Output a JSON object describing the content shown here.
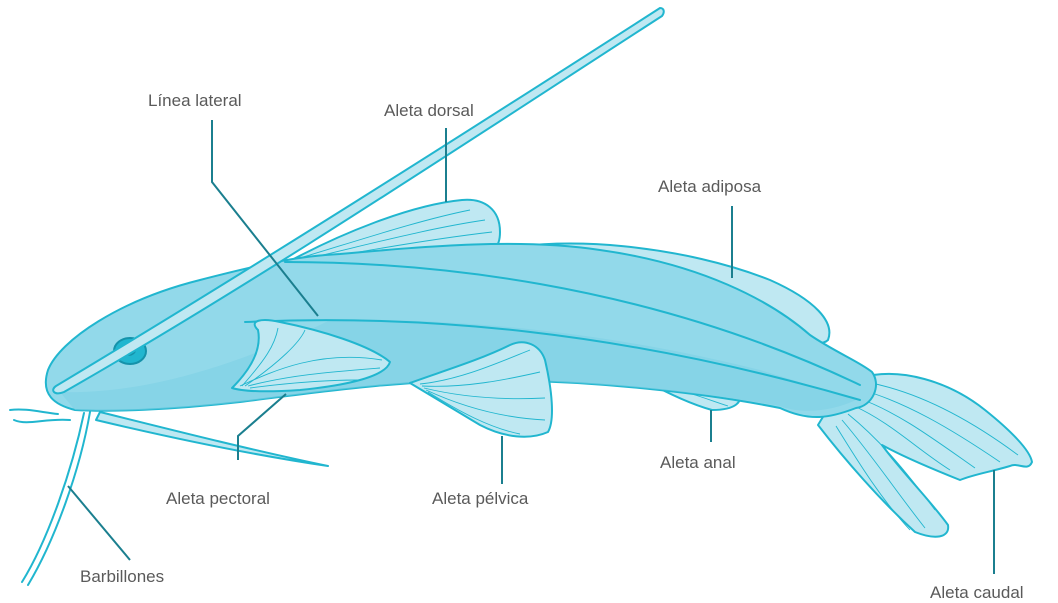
{
  "diagram": {
    "labels": {
      "linea_lateral": "Línea lateral",
      "aleta_dorsal": "Aleta dorsal",
      "aleta_adiposa": "Aleta adiposa",
      "aleta_pectoral": "Aleta pectoral",
      "aleta_pelvica": "Aleta pélvica",
      "aleta_anal": "Aleta anal",
      "barbillones": "Barbillones",
      "aleta_caudal": "Aleta caudal"
    },
    "colors": {
      "body_fill": "#92d9ea",
      "fin_fill": "#bfe8f2",
      "outline": "#21b6cf",
      "leader_line": "#1b7f8f",
      "label_text": "#5a5a5a"
    }
  }
}
